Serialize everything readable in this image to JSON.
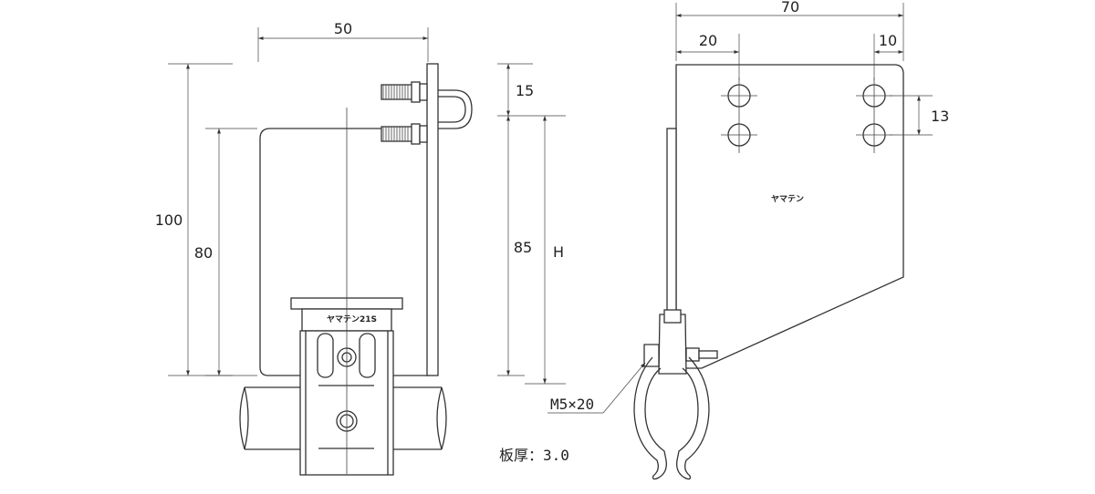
{
  "front_view": {
    "dim_width": "50",
    "dim_total_height": "100",
    "dim_plate_height": "80",
    "dim_top_offset": "15",
    "dim_body_height": "85",
    "dim_h_label": "H",
    "brand_model": "ヤマテン21S"
  },
  "side_view": {
    "dim_width": "70",
    "dim_left_offset": "20",
    "dim_right_offset": "10",
    "dim_hole_pitch": "13",
    "brand": "ヤマテン",
    "bolt_callout": "M5×20"
  },
  "notes": {
    "plate_thickness": "板厚：3.0"
  }
}
